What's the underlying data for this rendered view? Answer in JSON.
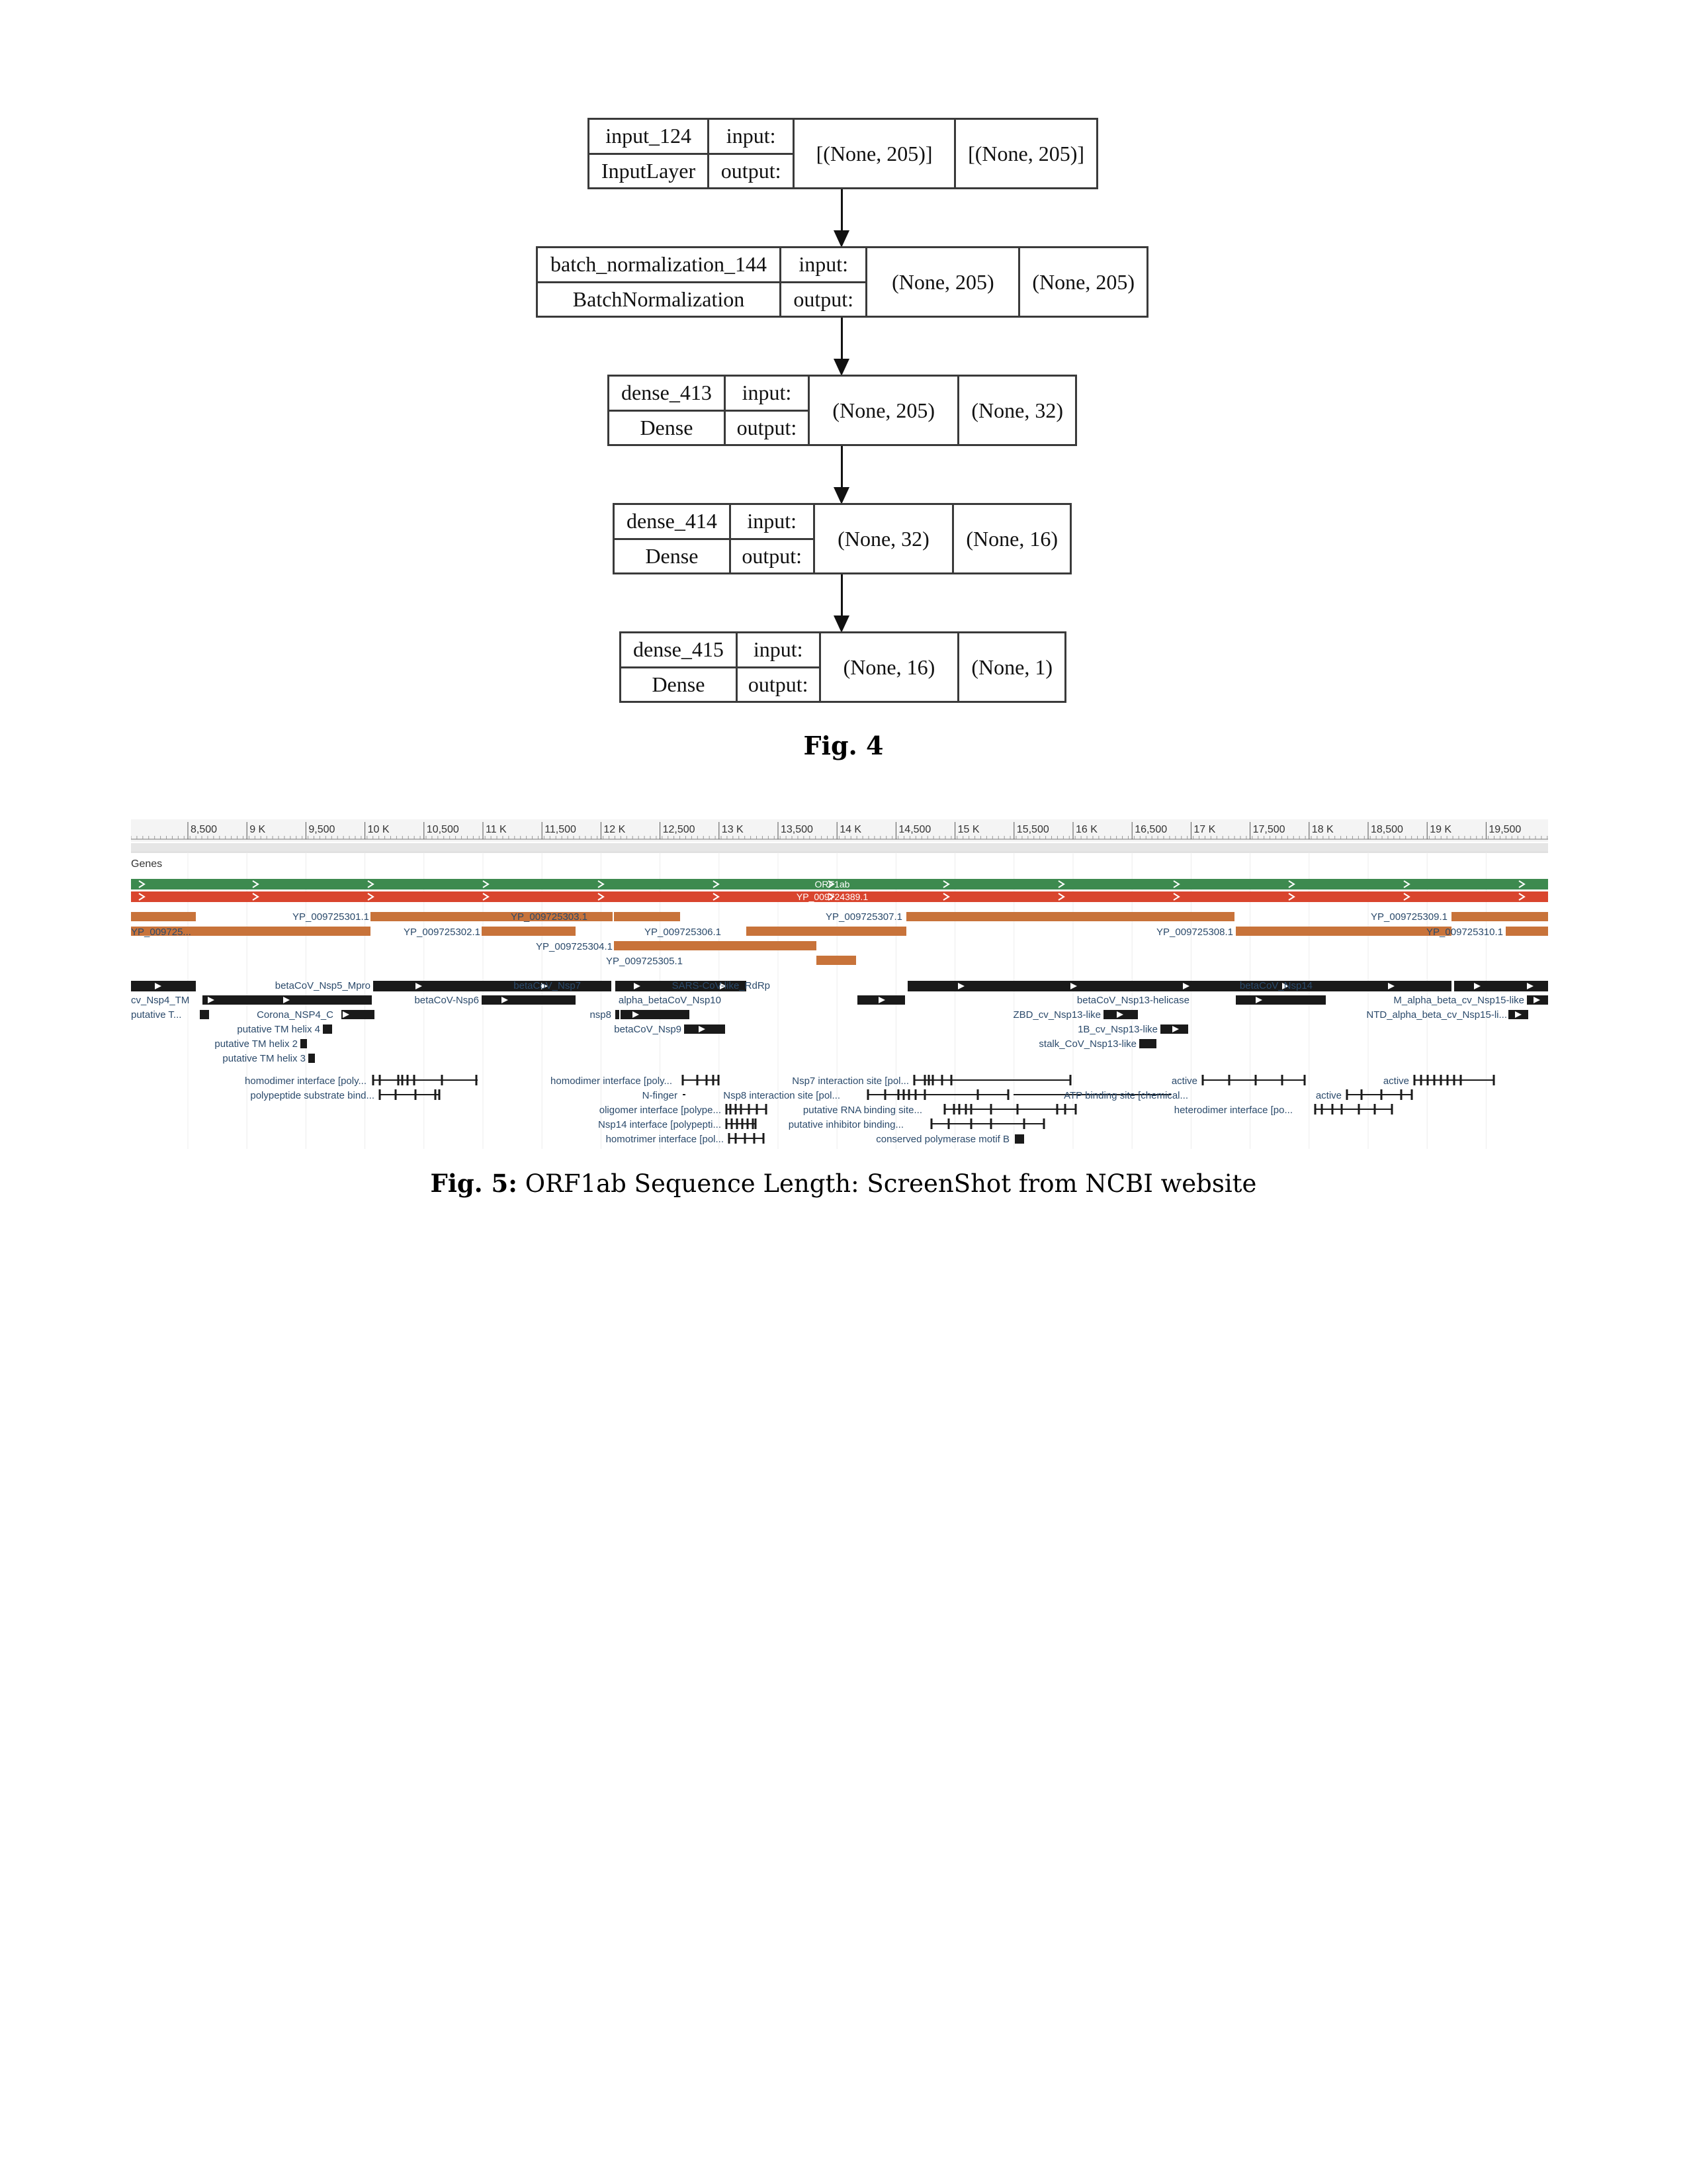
{
  "figure4": {
    "nodes": [
      {
        "name": "input_124",
        "type": "InputLayer",
        "input_label": "input:",
        "output_label": "output:",
        "input_shape": "[(None, 205)]",
        "output_shape": "[(None, 205)]"
      },
      {
        "name": "batch_normalization_144",
        "type": "BatchNormalization",
        "input_label": "input:",
        "output_label": "output:",
        "input_shape": "(None, 205)",
        "output_shape": "(None, 205)"
      },
      {
        "name": "dense_413",
        "type": "Dense",
        "input_label": "input:",
        "output_label": "output:",
        "input_shape": "(None, 205)",
        "output_shape": "(None, 32)"
      },
      {
        "name": "dense_414",
        "type": "Dense",
        "input_label": "input:",
        "output_label": "output:",
        "input_shape": "(None, 32)",
        "output_shape": "(None, 16)"
      },
      {
        "name": "dense_415",
        "type": "Dense",
        "input_label": "input:",
        "output_label": "output:",
        "input_shape": "(None, 16)",
        "output_shape": "(None, 1)"
      }
    ],
    "caption_label": "Fig. 4"
  },
  "figure5": {
    "caption_label": "Fig. 5:",
    "caption_text": "ORF1ab Sequence Length: ScreenShot from NCBI website",
    "track_title": "Genes",
    "ruler_ticks": [
      "8,500",
      "9 K",
      "9,500",
      "10 K",
      "10,500",
      "11 K",
      "11,500",
      "12 K",
      "12,500",
      "13 K",
      "13,500",
      "14 K",
      "14,500",
      "15 K",
      "15,500",
      "16 K",
      "16,500",
      "17 K",
      "17,500",
      "18 K",
      "18,500",
      "19 K",
      "19,500"
    ],
    "gene_bar_label": "ORF1ab",
    "protein_bar_label": "YP_009724389.1",
    "colors": {
      "gene_green": "#3d8a4f",
      "protein_red": "#d9452e",
      "mature_orange": "#c8733a",
      "feature_black": "#1a1a1a",
      "label_blue": "#2b4a6b"
    },
    "labels": {
      "p_yp09725_left": "YP_009725...",
      "p_301": "YP_009725301.1",
      "p_302": "YP_009725302.1",
      "p_303": "YP_009725303.1",
      "p_304": "YP_009725304.1",
      "p_305": "YP_009725305.1",
      "p_306": "YP_009725306.1",
      "p_307": "YP_009725307.1",
      "p_308": "YP_009725308.1",
      "p_309": "YP_009725309.1",
      "p_310": "YP_009725310.1",
      "d_nsp4": "cv_Nsp4_TM",
      "d_putative_t": "putative T...",
      "d_nsp5": "betaCoV_Nsp5_Mpro",
      "d_nsp4c": "Corona_NSP4_C",
      "d_tm4": "putative TM helix 4",
      "d_tm2": "putative TM helix 2",
      "d_tm3": "putative TM helix 3",
      "d_nsp6": "betaCoV-Nsp6",
      "d_nsp7": "betaCoV_Nsp7",
      "d_nsp8": "nsp8",
      "d_nsp9": "betaCoV_Nsp9",
      "d_rdrp": "SARS-CoV-like_RdRp",
      "d_nsp10": "alpha_betaCoV_Nsp10",
      "d_helicase": "betaCoV_Nsp13-helicase",
      "d_zbd": "ZBD_cv_Nsp13-like",
      "d_1b": "1B_cv_Nsp13-like",
      "d_stalk": "stalk_CoV_Nsp13-like",
      "d_nsp14": "betaCoV_Nsp14",
      "d_nsp15": "M_alpha_beta_cv_Nsp15-like",
      "d_ntd": "NTD_alpha_beta_cv_Nsp15-li...",
      "s_homodimer1": "homodimer interface [poly...",
      "s_polypeptide": "polypeptide substrate bind...",
      "s_homodimer2": "homodimer interface [poly...",
      "s_nfinger": "N-finger",
      "s_oligomer": "oligomer interface [polype...",
      "s_nsp14if": "Nsp14 interface [polypepti...",
      "s_homotrimer": "homotrimer interface [pol...",
      "s_nsp7": "Nsp7 interaction site [pol...",
      "s_nsp8": "Nsp8 interaction site [pol...",
      "s_rna": "putative RNA binding site...",
      "s_inhib": "putative inhibitor binding...",
      "s_motifb": "conserved polymerase motif B",
      "s_atp": "ATP binding site [chemical...",
      "s_active1": "active",
      "s_active2": "active",
      "s_active3": "active",
      "s_hetero": "heterodimer interface [po..."
    }
  }
}
